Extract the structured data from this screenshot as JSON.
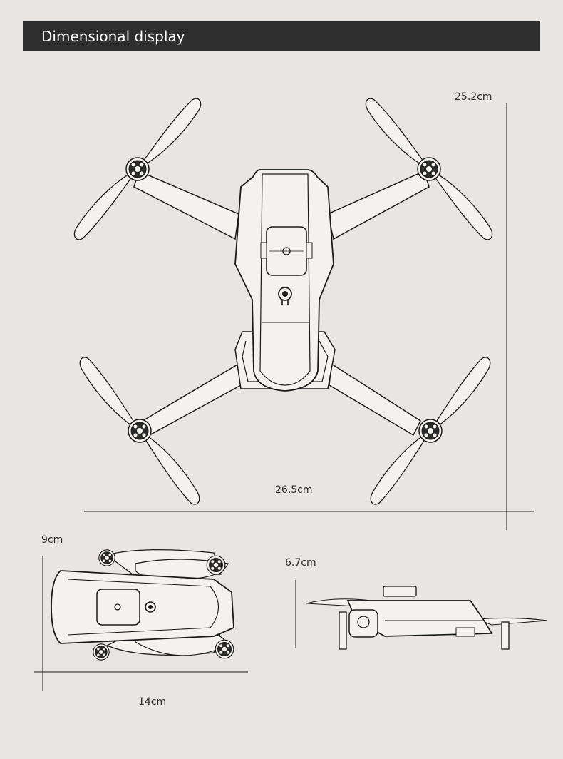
{
  "header": {
    "title": "Dimensional display"
  },
  "dimensions": {
    "unfolded_height": "25.2cm",
    "unfolded_width": "26.5cm",
    "folded_height": "9cm",
    "folded_width": "14cm",
    "side_height": "6.7cm"
  },
  "colors": {
    "background": "#e8e5e2",
    "banner": "#2e2e2e",
    "line": "#1a1a1a",
    "body_fill": "#f4f2ef"
  }
}
